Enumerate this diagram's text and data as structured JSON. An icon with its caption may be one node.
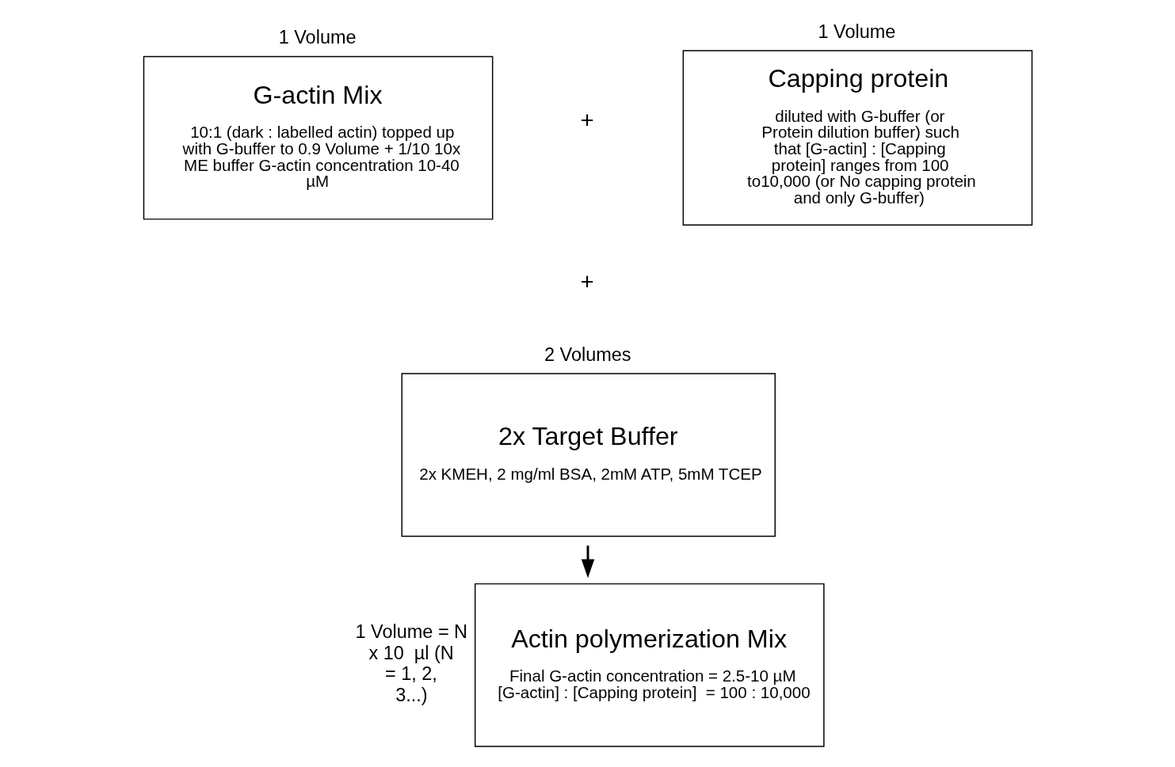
{
  "diagram": {
    "nodes": [
      {
        "text": [
          "G-actin Mix",
          "10:1 (dark : labelled actin) topped up with G-buffer to 0.9 Volume + 1/10 10x ME buffer G-actin concentration 10-40 µM"
        ],
        "beside": [
          "1 Volume"
        ]
      },
      {
        "text": [
          "Capping protein",
          "diluted with G-buffer (or Protein dilution buffer) such that [G-actin] : [Capping protein] ranges from 100 to10,000 (or No capping protein and only G-buffer)"
        ],
        "beside": [
          "1 Volume"
        ]
      },
      {
        "text": [
          "2x Target Buffer",
          "2x KMEH, 2 mg/ml BSA, 2mM ATP, 5mM TCEP"
        ],
        "beside": [
          "2 Volumes"
        ]
      },
      {
        "text": [
          "Actin polymerization Mix",
          "Final G-actin concentration = 2.5-10 µM [G-actin] : [Capping protein]  = 100 : 10,000"
        ],
        "beside": [
          "1 Volume = N x 10  µl (N = 1, 2, 3...)"
        ]
      }
    ],
    "edges": [
      {
        "from": 2,
        "to": 3,
        "arrow": "to"
      }
    ],
    "labels": [
      "+",
      "+"
    ]
  }
}
